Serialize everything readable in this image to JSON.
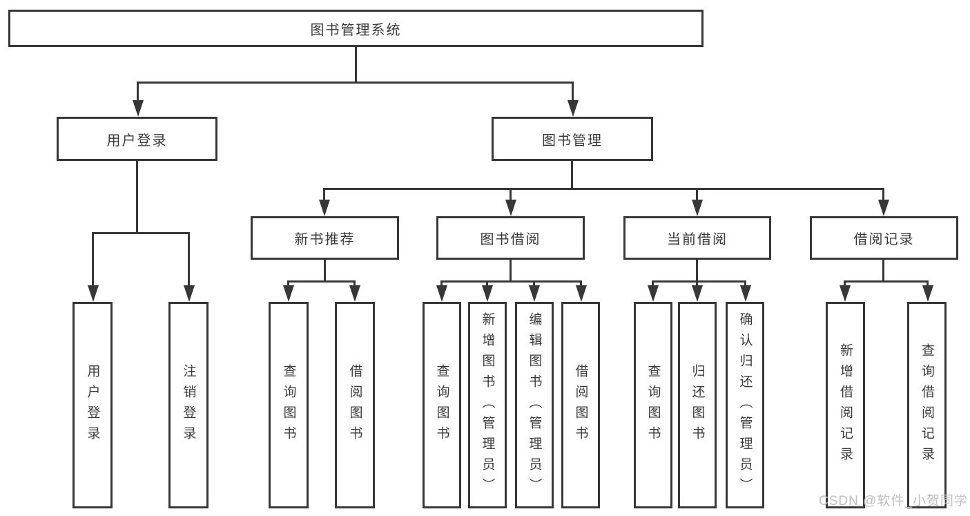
{
  "diagram_type": "hierarchy-tree",
  "watermark": "CSDN @软件_小贺同学",
  "colors": {
    "background": "#ffffff",
    "line": "#373737",
    "border": "#373737",
    "text": "#3a3a3a",
    "watermark_text": "#c0c0c0"
  },
  "icons": {
    "arrow_down": "css-solid-triangle-down"
  },
  "tree": {
    "root": "图书管理系统",
    "user_login": {
      "label": "用户登录",
      "children": {
        "user_login": "用户登录",
        "logout": "注销登录"
      }
    },
    "book_management": {
      "label": "图书管理",
      "children": {
        "new_book_recommend": {
          "label": "新书推荐",
          "children": {
            "query_books": "查询图书",
            "borrow_books": "借阅图书"
          }
        },
        "book_borrowing": {
          "label": "图书借阅",
          "children": {
            "query_books": "查询图书",
            "add_books_admin": "新增图书（管理员）",
            "edit_books_admin": "编辑图书（管理员）",
            "borrow_books": "借阅图书"
          }
        },
        "current_borrowing": {
          "label": "当前借阅",
          "children": {
            "query_books": "查询图书",
            "return_books": "归还图书",
            "confirm_return_admin": "确认归还（管理员）"
          }
        },
        "borrowing_records": {
          "label": "借阅记录",
          "children": {
            "add_record": "新增借阅记录",
            "query_record": "查询借阅记录"
          }
        }
      }
    }
  }
}
